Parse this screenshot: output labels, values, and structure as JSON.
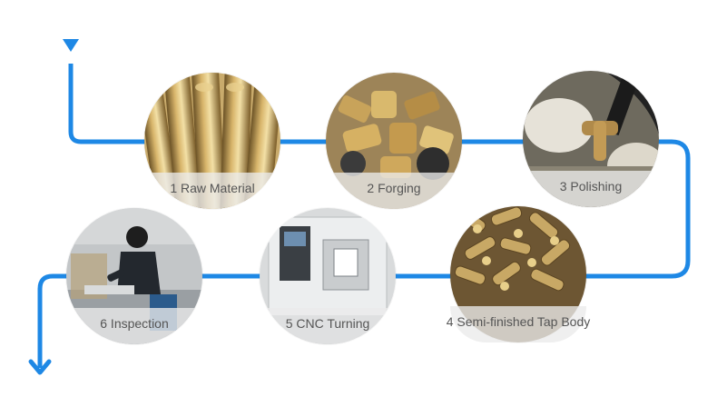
{
  "flow": {
    "line_color": "#1e88e5",
    "steps": [
      {
        "label": "1 Raw Material",
        "photo": "brass-rods"
      },
      {
        "label": "2 Forging",
        "photo": "forged-brass-pieces"
      },
      {
        "label": "3 Polishing",
        "photo": "polishing-work"
      },
      {
        "label": "4 Semi-finished Tap Body",
        "photo": "semi-finished-tap-bodies"
      },
      {
        "label": "5 CNC Turning",
        "photo": "cnc-machine"
      },
      {
        "label": "6 Inspection",
        "photo": "worker-inspection"
      }
    ]
  }
}
